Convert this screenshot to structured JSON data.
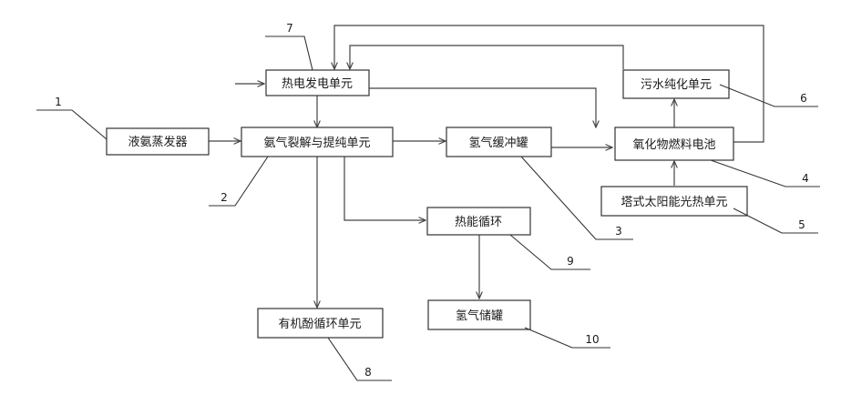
{
  "nodes": {
    "n_evap": {
      "label": "液氨蒸发器"
    },
    "n_crack": {
      "label": "氨气裂解与提纯单元"
    },
    "n_buffer": {
      "label": "氢气缓冲罐"
    },
    "n_sofc": {
      "label": "氧化物燃料电池"
    },
    "n_water": {
      "label": "污水纯化单元"
    },
    "n_power": {
      "label": "热电发电单元"
    },
    "n_solar": {
      "label": "塔式太阳能光热单元"
    },
    "n_heat": {
      "label": "热能循环"
    },
    "n_storage": {
      "label": "氢气储罐"
    },
    "n_organic": {
      "label": "有机酚循环单元"
    }
  },
  "callouts": {
    "c1": "1",
    "c2": "2",
    "c3": "3",
    "c4": "4",
    "c5": "5",
    "c6": "6",
    "c7": "7",
    "c8": "8",
    "c9": "9",
    "c10": "10"
  },
  "colors": {
    "line": "#444444",
    "box": "#333333"
  }
}
